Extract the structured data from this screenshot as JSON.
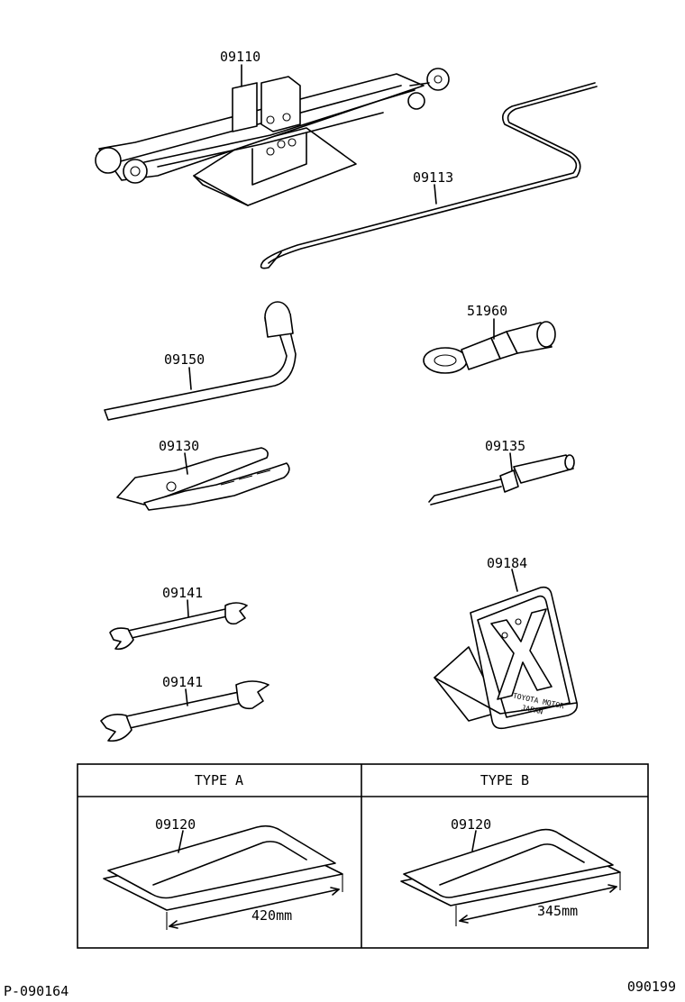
{
  "parts": {
    "jack": "09110",
    "jack_handle": "09113",
    "wheel_wrench": "09150",
    "towing_eye": "51960",
    "pliers": "09130",
    "screwdriver": "09135",
    "wrench_small": "09141",
    "wrench_large": "09141",
    "chock": "09184",
    "tool_bag_a": "09120",
    "tool_bag_b": "09120"
  },
  "chock_markings": {
    "line1": "TOYOTA MOTOR",
    "line2": "JAPAN"
  },
  "table": {
    "type_a_header": "TYPE A",
    "type_b_header": "TYPE B",
    "type_a_dimension": "420mm",
    "type_b_dimension": "345mm"
  },
  "footer": {
    "left_code": "P-090164",
    "right_code": "090199"
  }
}
